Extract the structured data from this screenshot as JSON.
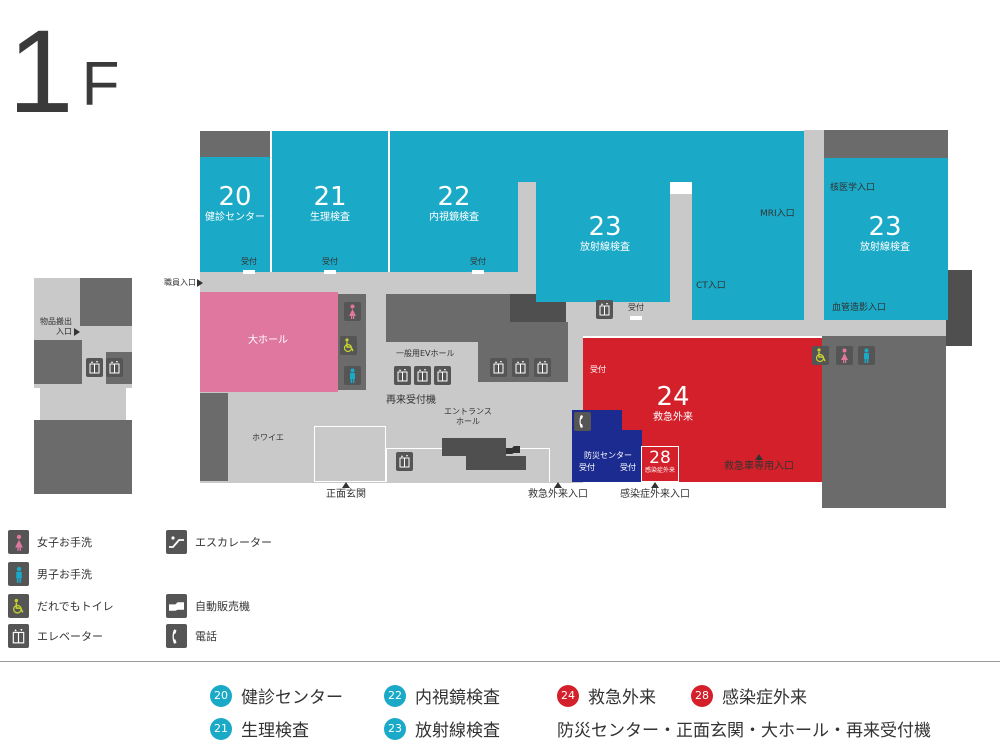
{
  "floor": {
    "number": "1",
    "unit": "F"
  },
  "colors": {
    "health": "#1aaac7",
    "hall_pink": "#e0779f",
    "emergency_red": "#d4202a",
    "disaster_navy": "#1c2b8f",
    "dark_grey": "#6b6b6b",
    "light_grey": "#c9c9ca",
    "icon_grey": "#5a5a5a"
  },
  "rooms": {
    "r20": {
      "num": "20",
      "name": "健診センター"
    },
    "r21": {
      "num": "21",
      "name": "生理検査"
    },
    "r22": {
      "num": "22",
      "name": "内視鏡検査"
    },
    "r23a": {
      "num": "23",
      "name": "放射線検査"
    },
    "r23b": {
      "num": "23",
      "name": "放射線検査"
    },
    "r24": {
      "num": "24",
      "name": "救急外来"
    },
    "r28": {
      "num": "28",
      "name": "感染症外来"
    },
    "hall": {
      "name": "大ホール"
    },
    "disaster": {
      "name": "防災センター"
    }
  },
  "labels": {
    "reception": "受付",
    "staff_entrance": "職員入口",
    "goods_entrance_1": "物品搬出",
    "goods_entrance_2": "入口",
    "general_ev_hall": "一般用EVホール",
    "reentry_machine": "再来受付機",
    "entrance_hall_1": "エントランス",
    "entrance_hall_2": "ホール",
    "foyer": "ホワイエ",
    "main_entrance": "正面玄関",
    "er_entrance": "救急外来入口",
    "infection_entrance": "感染症外来入口",
    "ambulance_entrance": "救急車専用入口",
    "nuclear_entrance": "核医学入口",
    "mri_entrance": "MRI入口",
    "ct_entrance": "CT入口",
    "angiography_entrance": "血管造影入口"
  },
  "legend": {
    "women": "女子お手洗",
    "men": "男子お手洗",
    "accessible": "だれでもトイレ",
    "elevator": "エレベーター",
    "escalator": "エスカレーター",
    "vending": "自動販売機",
    "phone": "電話"
  },
  "key": [
    {
      "num": "20",
      "text": "健診センター",
      "color": "#1aaac7"
    },
    {
      "num": "22",
      "text": "内視鏡検査",
      "color": "#1aaac7"
    },
    {
      "num": "24",
      "text": "救急外来",
      "color": "#d4202a"
    },
    {
      "num": "28",
      "text": "感染症外来",
      "color": "#d4202a"
    },
    {
      "num": "21",
      "text": "生理検査",
      "color": "#1aaac7"
    },
    {
      "num": "23",
      "text": "放射線検査",
      "color": "#1aaac7"
    }
  ],
  "key_note": "防災センター・正面玄関・大ホール・再来受付機"
}
